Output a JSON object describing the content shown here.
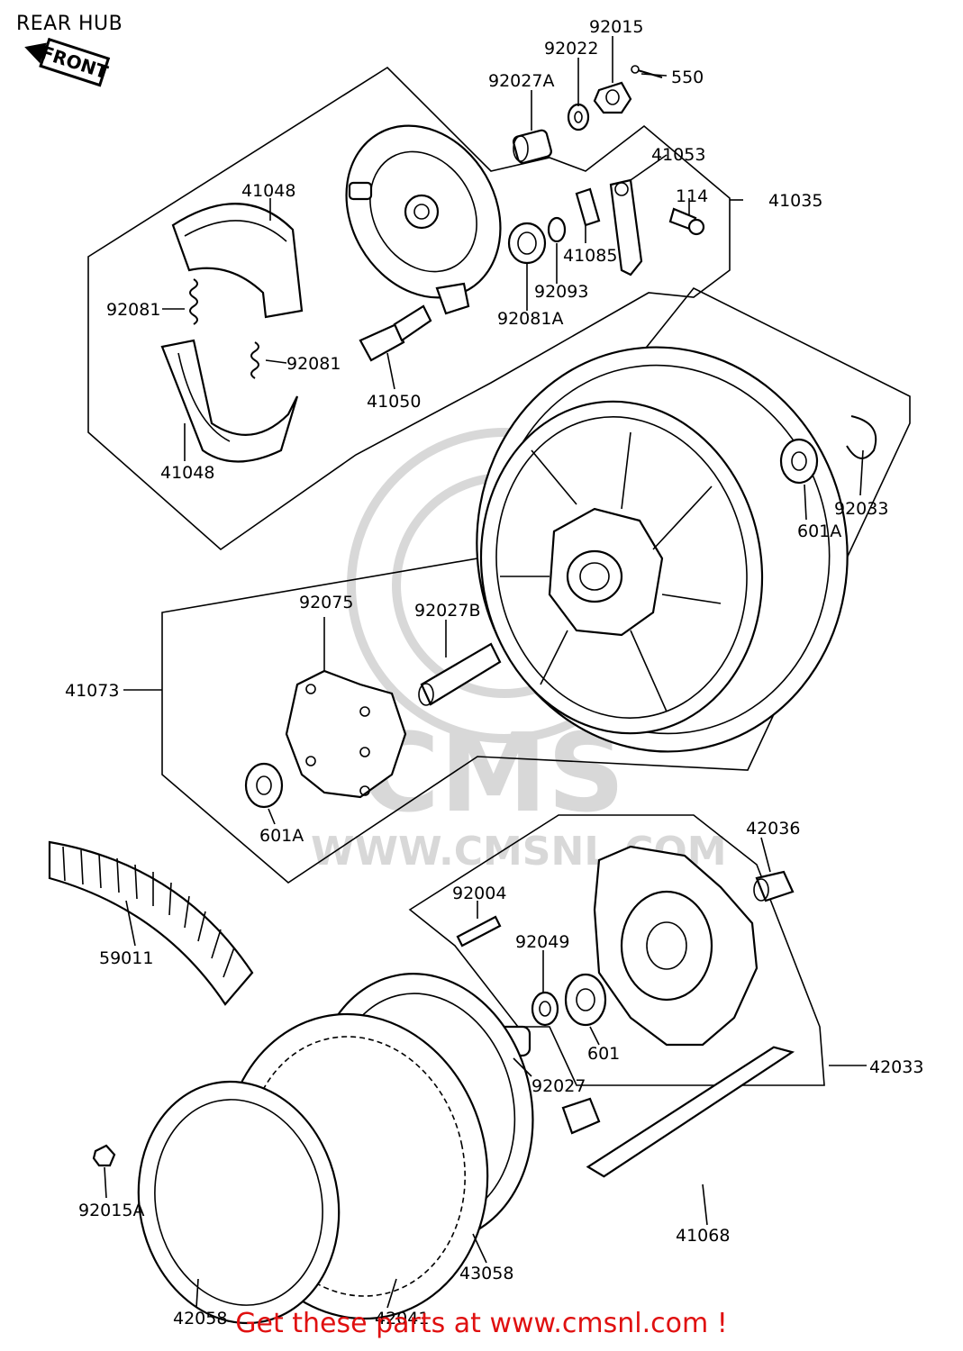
{
  "header": {
    "title": "REAR HUB"
  },
  "badge": {
    "text": "FRONT"
  },
  "watermark": {
    "brand": "CMS",
    "url": "WWW.CMSNL.COM"
  },
  "footer": {
    "text": "Get these parts at www.cmsnl.com !"
  },
  "parts": {
    "p92015": "92015",
    "p92022": "92022",
    "p550": "550",
    "p92027A": "92027A",
    "p41053": "41053",
    "p41035": "41035",
    "p114": "114",
    "p41048_top": "41048",
    "p41085": "41085",
    "p92093": "92093",
    "p92081A": "92081A",
    "p92081_left": "92081",
    "p92081_right": "92081",
    "p41050": "41050",
    "p41048_bottom": "41048",
    "p601A_right": "601A",
    "p92033": "92033",
    "p92075": "92075",
    "p92027B": "92027B",
    "p41073": "41073",
    "p601A_left": "601A",
    "p42036": "42036",
    "p92004": "92004",
    "p59011": "59011",
    "p92049": "92049",
    "p601": "601",
    "p92027": "92027",
    "p42033": "42033",
    "p92015A": "92015A",
    "p41068": "41068",
    "p43058": "43058",
    "p42058": "42058",
    "p42041": "42041"
  }
}
